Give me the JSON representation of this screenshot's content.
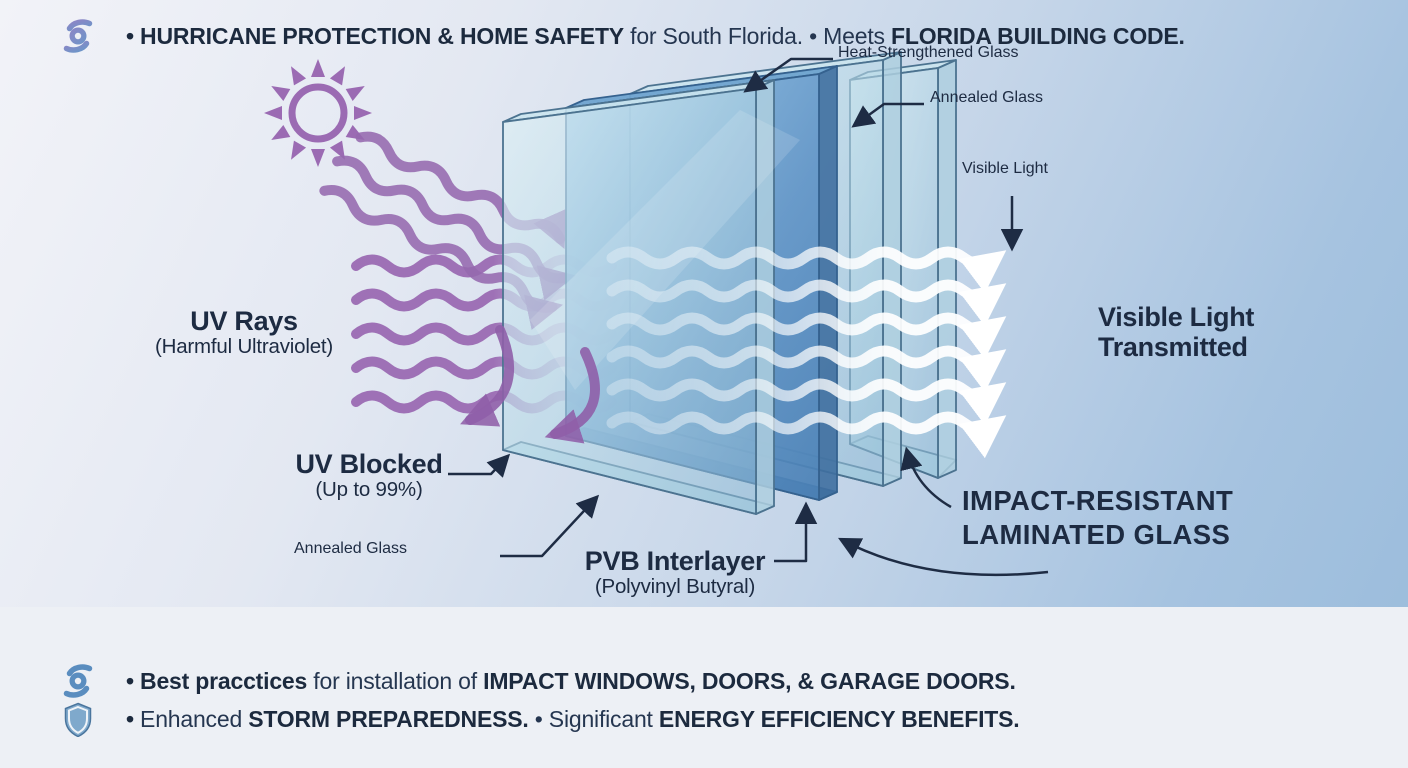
{
  "diagram": {
    "labels": {
      "heat_strengthened_glass": "Heat-Strengthened Glass",
      "annealed_glass_top": "Annealed Glass",
      "visible_light": "Visible Light",
      "visible_light_transmitted": {
        "line1": "Visible Light",
        "line2": "Transmitted"
      },
      "uv_rays": {
        "title": "UV Rays",
        "subtitle": "(Harmful Ultraviolet)"
      },
      "uv_blocked": {
        "title": "UV Blocked",
        "subtitle": "(Up to 99%)"
      },
      "annealed_glass_bottom": "Annealed Glass",
      "pvb_interlayer": {
        "title": "PVB Interlayer",
        "subtitle": "(Polyvinyl Butyral)"
      },
      "impact_resistant": {
        "line1": "IMPACT-RESISTANT",
        "line2": "LAMINATED GLASS"
      }
    },
    "icons": [
      "sun-icon"
    ],
    "colors": {
      "uv_purple": "#9b6bb3",
      "label_navy": "#1d2b42",
      "glass_blue": "#5b8fc3",
      "light_white": "#ffffff",
      "background_top_left": "#f1f2f8",
      "background_bottom_right": "#9cbddc",
      "footer_background": "#edf0f5"
    }
  },
  "footer": {
    "items": [
      {
        "icon": "hurricane-icon",
        "segments": [
          {
            "text": "• ",
            "bold": true
          },
          {
            "text": "HURRICANE PROTECTION & HOME SAFETY",
            "bold": true
          },
          {
            "text": " for South Florida. ",
            "bold": false
          },
          {
            "text": "• Meets ",
            "bold": false
          },
          {
            "text": "FLORIDA BUILDING CODE.",
            "bold": true
          }
        ]
      },
      {
        "icon": "hurricane-icon",
        "segments": [
          {
            "text": "• ",
            "bold": true
          },
          {
            "text": "Best pracctices",
            "bold": true
          },
          {
            "text": " for installation of ",
            "bold": false
          },
          {
            "text": "IMPACT WINDOWS, DOORS, & GARAGE DOORS.",
            "bold": true
          }
        ]
      },
      {
        "icon": "shield-icon",
        "segments": [
          {
            "text": "• ",
            "bold": true
          },
          {
            "text": "Enhanced ",
            "bold": false
          },
          {
            "text": "STORM PREPAREDNESS.",
            "bold": true
          },
          {
            "text": "  • Significant ",
            "bold": false
          },
          {
            "text": "ENERGY EFFICIENCY BENEFITS.",
            "bold": true
          }
        ]
      }
    ]
  }
}
